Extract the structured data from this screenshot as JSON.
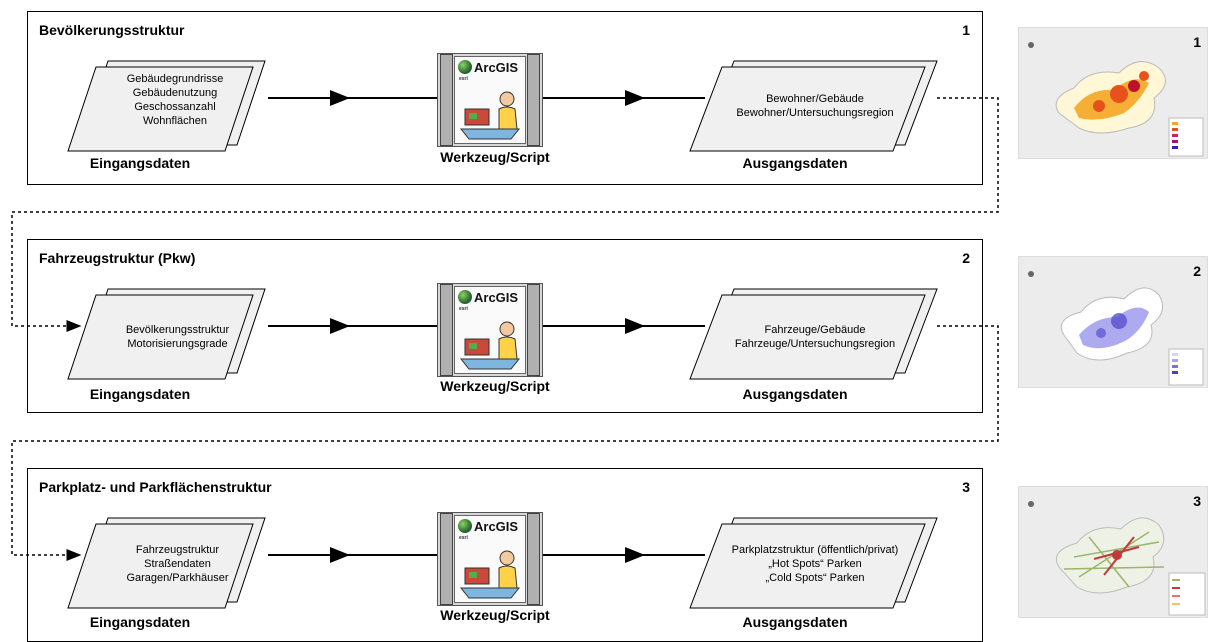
{
  "stages": [
    {
      "title": "Bevölkerungsstruktur",
      "number": "1",
      "input_lines": [
        "Gebäudegrundrisse",
        "Gebäudenutzung",
        "Geschossanzahl",
        "Wohnflächen"
      ],
      "input_label": "Eingangsdaten",
      "tool_label": "Werkzeug/Script",
      "output_lines": [
        "Bewohner/Gebäude",
        "Bewohner/Untersuchungsregion"
      ],
      "output_label": "Ausgangsdaten"
    },
    {
      "title": "Fahrzeugstruktur (Pkw)",
      "number": "2",
      "input_lines": [
        "Bevölkerungsstruktur",
        "Motorisierungsgrade"
      ],
      "input_label": "Eingangsdaten",
      "tool_label": "Werkzeug/Script",
      "output_lines": [
        "Fahrzeuge/Gebäude",
        "Fahrzeuge/Untersuchungsregion"
      ],
      "output_label": "Ausgangsdaten"
    },
    {
      "title": "Parkplatz- und Parkflächenstruktur",
      "number": "3",
      "input_lines": [
        "Fahrzeugstruktur",
        "Straßendaten",
        "Garagen/Parkhäuser"
      ],
      "input_label": "Eingangsdaten",
      "tool_label": "Werkzeug/Script",
      "output_lines": [
        "Parkplatzstruktur (öffentlich/privat)",
        "„Hot Spots“ Parken",
        "„Cold Spots“ Parken"
      ],
      "output_label": "Ausgangsdaten"
    }
  ],
  "tool": {
    "brand": "ArcGIS",
    "vendor": "esri"
  },
  "thumbnails": [
    {
      "number": "1",
      "accent": "#e8511c"
    },
    {
      "number": "2",
      "accent": "#6a5fd8"
    },
    {
      "number": "3",
      "accent": "#c23a3a"
    }
  ]
}
